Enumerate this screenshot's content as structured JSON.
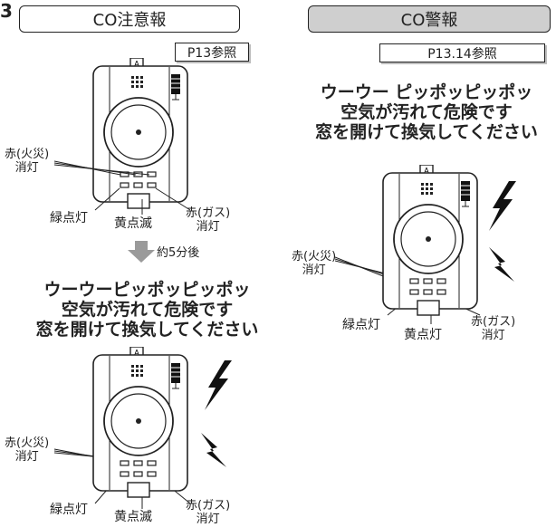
{
  "step_marker": "3",
  "left": {
    "header": "CO注意報",
    "ref": "P13参照",
    "labels": {
      "red_fire": [
        "赤(火災)",
        "消灯"
      ],
      "green": "緑点灯",
      "yellow": "黄点滅",
      "red_gas": [
        "赤(ガス)",
        "消灯"
      ]
    },
    "arrow_text": "約5分後",
    "voice": [
      "ウーウーピッポッピッポッ",
      "空気が汚れて危険です",
      "窓を開けて換気してください"
    ],
    "labels2": {
      "red_fire": [
        "赤(火災)",
        "消灯"
      ],
      "green": "緑点灯",
      "yellow": "黄点滅",
      "red_gas": [
        "赤(ガス)",
        "消灯"
      ]
    }
  },
  "right": {
    "header": "CO警報",
    "ref": "P13.14参照",
    "voice": [
      "ウーウー ピッポッピッポッ",
      "空気が汚れて危険です",
      "窓を開けて換気してください"
    ],
    "labels": {
      "red_fire": [
        "赤(火災)",
        "消灯"
      ],
      "green": "緑点灯",
      "yellow": "黄点灯",
      "red_gas": [
        "赤(ガス)",
        "消灯"
      ]
    }
  },
  "colors": {
    "arrow": "#9a9a9a",
    "alarm_header_bg": "#cfcfcf"
  },
  "icons": [
    "co-detector-icon",
    "down-arrow-icon",
    "lightning-icon"
  ]
}
